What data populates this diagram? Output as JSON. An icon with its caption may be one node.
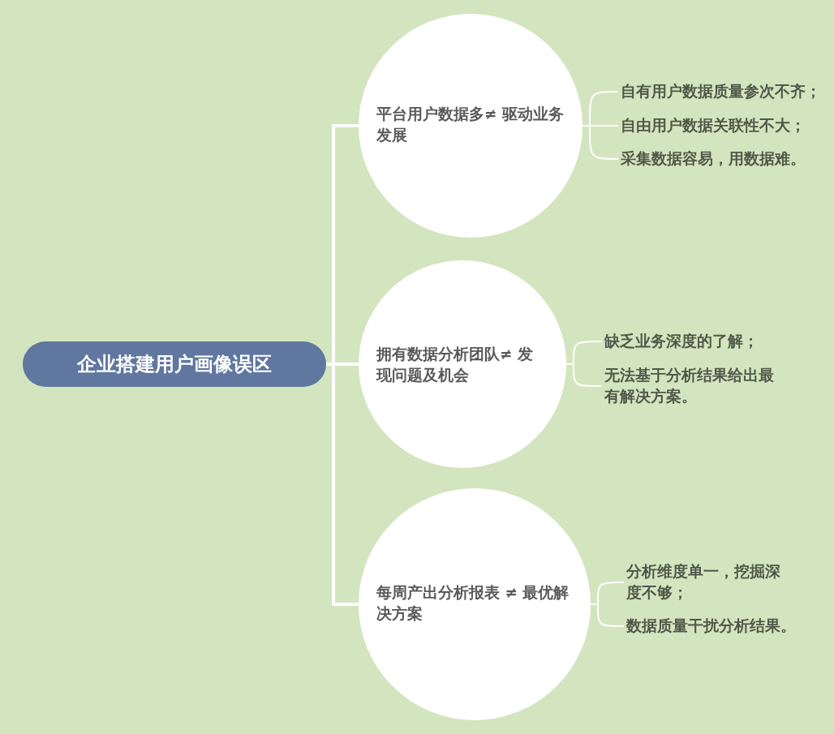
{
  "diagram": {
    "nodes": [
      {
        "text": [
          "企业搭建用户画像误区"
        ]
      },
      {
        "text": [
          "平台用户数据多≠ 驱动业务发展"
        ]
      },
      {
        "text": [
          "自有用户数据质量参次不齐；"
        ]
      },
      {
        "text": [
          "自由用户数据关联性不大；"
        ]
      },
      {
        "text": [
          "采集数据容易，用数据难。"
        ]
      },
      {
        "text": [
          "拥有数据分析团队≠ 发现问题及机会"
        ]
      },
      {
        "text": [
          "缺乏业务深度的了解；"
        ]
      },
      {
        "text": [
          "无法基于分析结果给出最有解决方案。"
        ]
      },
      {
        "text": [
          "每周产出分析报表 ≠ 最优解决方案"
        ]
      },
      {
        "text": [
          "分析维度单一，挖掘深度不够；"
        ]
      },
      {
        "text": [
          "数据质量干扰分析结果。"
        ]
      }
    ],
    "edges": [
      {
        "from": 0,
        "to": 1,
        "arrow": "none",
        "style": "thick"
      },
      {
        "from": 0,
        "to": 5,
        "arrow": "none",
        "style": "thick"
      },
      {
        "from": 0,
        "to": 8,
        "arrow": "none",
        "style": "thick"
      },
      {
        "from": 1,
        "to": 2,
        "arrow": "none"
      },
      {
        "from": 1,
        "to": 3,
        "arrow": "none"
      },
      {
        "from": 1,
        "to": 4,
        "arrow": "none"
      },
      {
        "from": 5,
        "to": 6,
        "arrow": "none"
      },
      {
        "from": 5,
        "to": 7,
        "arrow": "none"
      },
      {
        "from": 8,
        "to": 9,
        "arrow": "none"
      },
      {
        "from": 8,
        "to": 10,
        "arrow": "none"
      }
    ]
  }
}
